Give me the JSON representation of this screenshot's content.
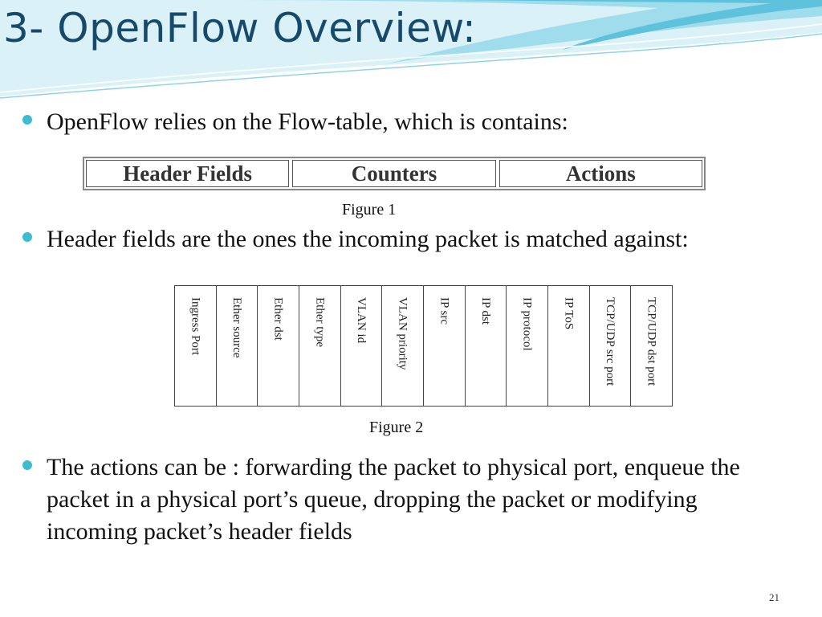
{
  "slide": {
    "title": "3- OpenFlow Overview:",
    "bullets": [
      "OpenFlow relies on the Flow-table, which is contains:",
      "Header fields are the ones the incoming packet is matched against:",
      " The actions can be : forwarding the packet to physical port, enqueue the packet in a physical port’s queue, dropping the packet or  modifying  incoming  packet’s header  fields"
    ],
    "figure1": {
      "cells": [
        "Header Fields",
        "Counters",
        "Actions"
      ],
      "caption": "Figure 1"
    },
    "figure2": {
      "columns": [
        "Ingress Port",
        "Ether source",
        "Ether dst",
        "Ether type",
        "VLAN id",
        "VLAN priority",
        "IP src",
        "IP dst",
        "IP protocol",
        "IP ToS",
        "TCP/UDP src port",
        "TCP/UDP dst port"
      ],
      "caption": "Figure 2"
    },
    "page_number": "21",
    "colors": {
      "title": "#17496b",
      "bullet": "#3dbbd1",
      "wave_light": "#b9e6f1",
      "wave_mid": "#6fc9e0"
    }
  }
}
